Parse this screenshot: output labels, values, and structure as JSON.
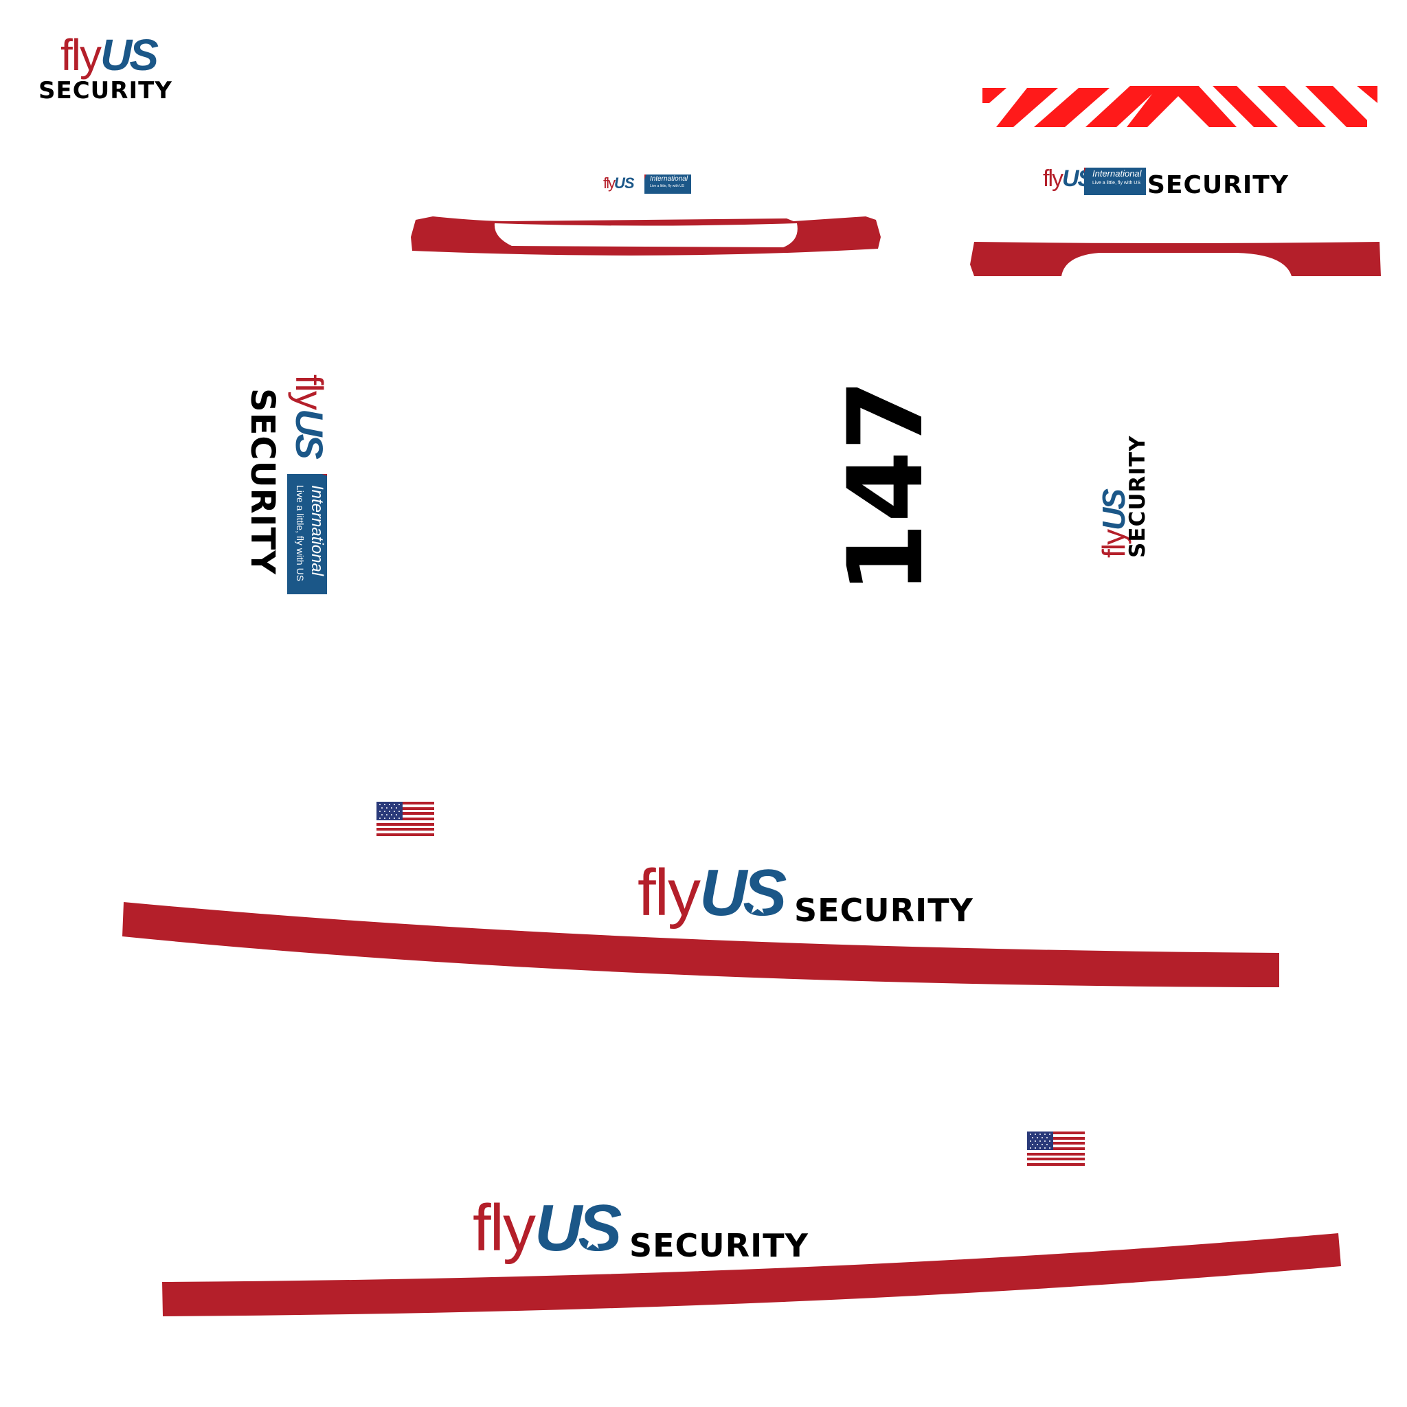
{
  "colors": {
    "red": "#b41f2a",
    "blue": "#1b5788",
    "black": "#000000",
    "white": "#ffffff",
    "hazard_red": "#ff1a1a"
  },
  "logo": {
    "fly": "fly",
    "us": "US",
    "star": "★",
    "security": "SECURITY",
    "intl_title": "International",
    "intl_tagline": "Live a little, fly with US"
  },
  "car_number": "147",
  "icons": [
    "us-flag-icon",
    "star-icon",
    "hazard-stripes"
  ]
}
